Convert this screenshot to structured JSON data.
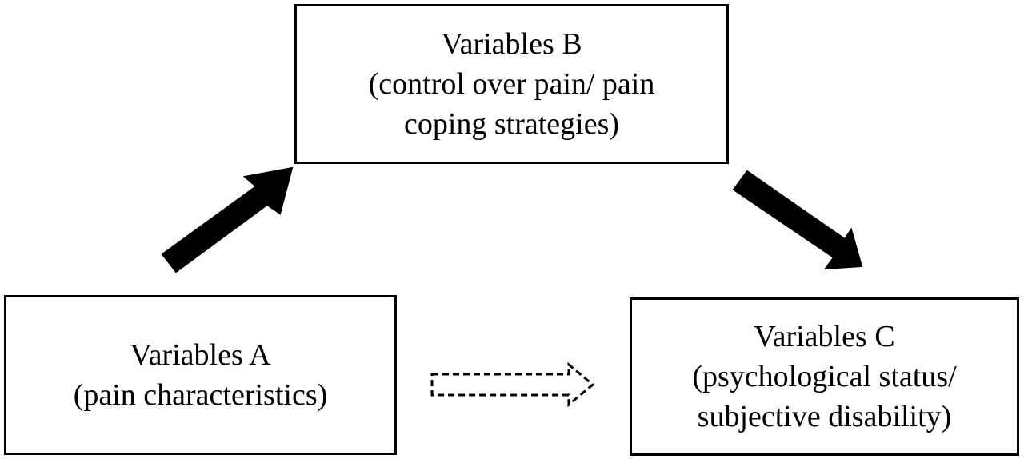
{
  "nodes": {
    "a": {
      "title": "Variables A",
      "lines": [
        "(pain characteristics)"
      ]
    },
    "b": {
      "title": "Variables B",
      "lines": [
        "(control over pain/ pain",
        "coping strategies)"
      ]
    },
    "c": {
      "title": "Variables C",
      "lines": [
        "(psychological status/",
        "subjective disability)"
      ]
    }
  },
  "edges": [
    {
      "from": "a",
      "to": "b",
      "style": "solid"
    },
    {
      "from": "b",
      "to": "c",
      "style": "solid"
    },
    {
      "from": "a",
      "to": "c",
      "style": "dashed-outline"
    }
  ],
  "colors": {
    "stroke": "#000000",
    "fill": "#ffffff"
  }
}
